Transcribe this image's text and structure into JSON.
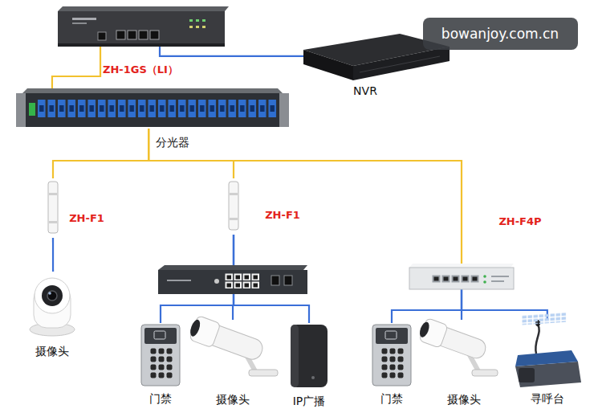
{
  "diagram": {
    "nodes": [
      {
        "text": [
          "ZH-1GS（LI）"
        ]
      },
      {
        "text": [
          "NVR"
        ]
      },
      {
        "text": [
          "分光器"
        ]
      },
      {
        "text": [
          "ZH-F1"
        ]
      },
      {
        "text": [
          "ZH-F1"
        ]
      },
      {
        "text": [
          "ZH-F4P"
        ]
      },
      {
        "text": [
          "摄像头"
        ]
      },
      {
        "text": [
          "门禁"
        ]
      },
      {
        "text": [
          "摄像头"
        ]
      },
      {
        "text": [
          "IP广播"
        ]
      },
      {
        "text": [
          "门禁"
        ]
      },
      {
        "text": [
          "摄像头"
        ]
      },
      {
        "text": [
          "寻呼台"
        ]
      }
    ],
    "edges": [
      {
        "from": 0,
        "to": 1,
        "arrow": "none"
      },
      {
        "from": 0,
        "to": 2,
        "arrow": "none"
      },
      {
        "from": 2,
        "to": 3,
        "arrow": "none"
      },
      {
        "from": 2,
        "to": 4,
        "arrow": "none"
      },
      {
        "from": 2,
        "to": 5,
        "arrow": "none"
      },
      {
        "from": 3,
        "to": 6,
        "arrow": "none"
      },
      {
        "from": 4,
        "to": 7,
        "arrow": "none"
      },
      {
        "from": 4,
        "to": 8,
        "arrow": "none"
      },
      {
        "from": 4,
        "to": 9,
        "arrow": "none"
      },
      {
        "from": 5,
        "to": 10,
        "arrow": "none"
      },
      {
        "from": 5,
        "to": 11,
        "arrow": "none"
      },
      {
        "from": 5,
        "to": 12,
        "arrow": "none"
      }
    ],
    "labels": [
      "bowanjoy.com.cn"
    ]
  }
}
